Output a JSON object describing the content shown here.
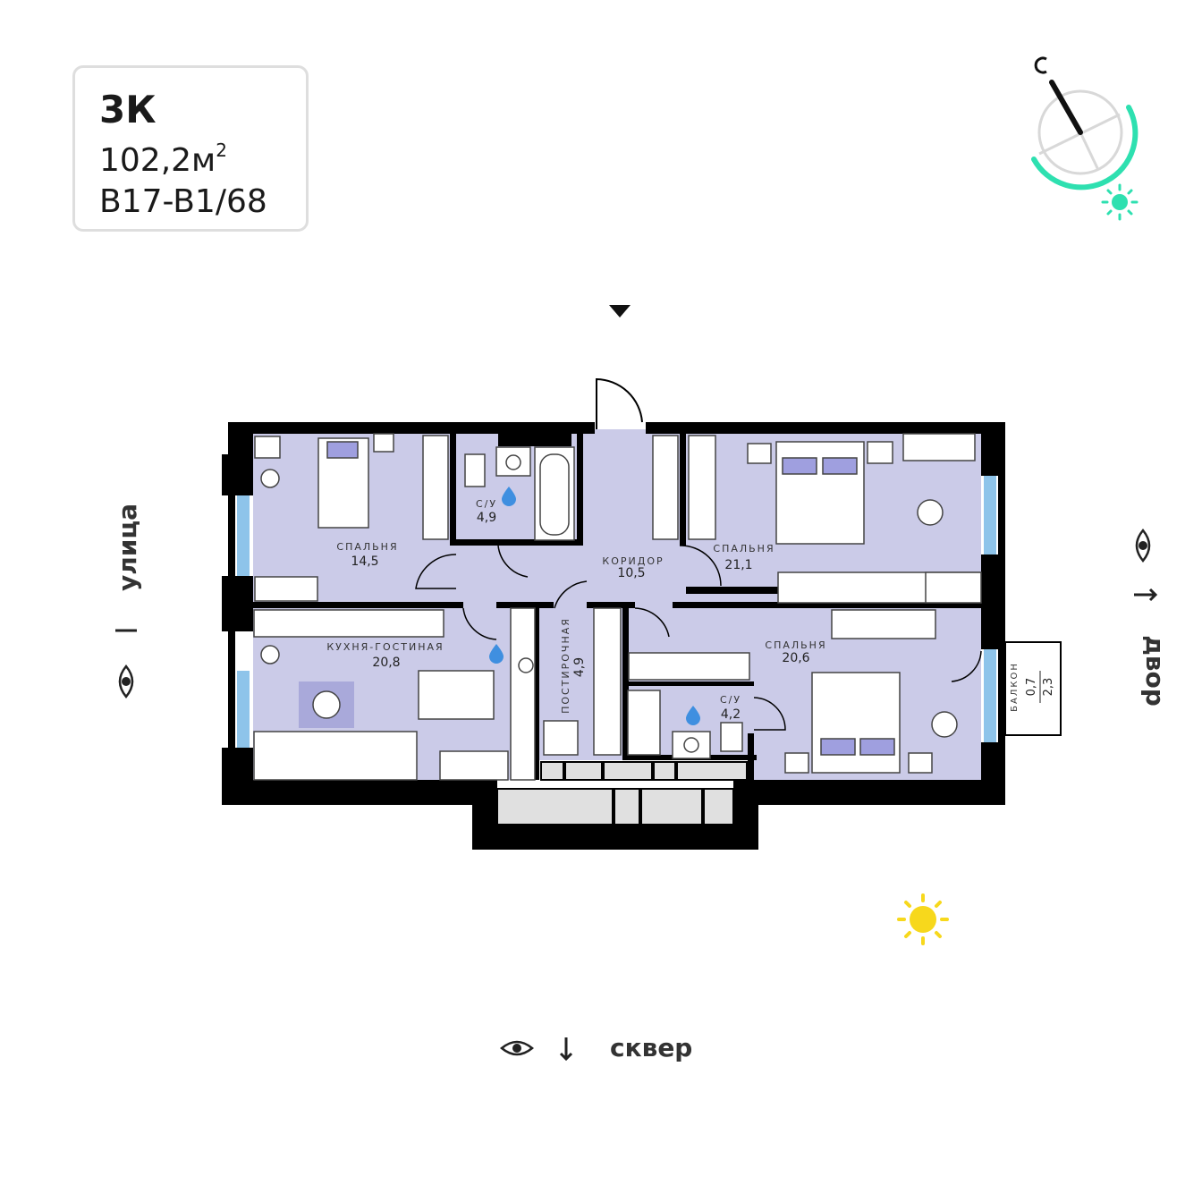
{
  "apartment": {
    "type": "3К",
    "area_value": "102,2м",
    "area_sup": "2",
    "code": "B17-B1/68"
  },
  "directions": {
    "left": "улица",
    "right": "двор",
    "bottom": "сквер"
  },
  "rooms": {
    "bedroom_1": {
      "name": "СПАЛЬНЯ",
      "area": "14,5"
    },
    "bath_1": {
      "name": "С/У",
      "area": "4,9"
    },
    "corridor": {
      "name": "КОРИДОР",
      "area": "10,5"
    },
    "bedroom_2": {
      "name": "СПАЛЬНЯ",
      "area": "21,1"
    },
    "kitchen": {
      "name": "КУХНЯ-ГОСТИНАЯ",
      "area": "20,8"
    },
    "pantry": {
      "name": "ПОСТИРОЧНАЯ",
      "area": "4,9"
    },
    "bath_2": {
      "name": "С/У",
      "area": "4,2"
    },
    "bedroom_3": {
      "name": "СПАЛЬНЯ",
      "area": "20,6"
    },
    "balcony": {
      "name": "БАЛКОН",
      "area_top": "0,7",
      "area_bottom": "2,3"
    }
  },
  "colors": {
    "room_fill": "#cbcbe8",
    "wall": "#000000",
    "window": "#8ec4ea",
    "accent_teal": "#2ee0b0",
    "sun_yellow": "#f7d81c",
    "water_drop": "#3f8fe0",
    "pillow": "#9f9fdf"
  },
  "icons": {
    "compass": "compass-icon",
    "sun_small": "sun-teal-icon",
    "sun_large": "sun-yellow-icon",
    "eye": "eye-icon",
    "arrow": "arrow-icon",
    "drop": "water-drop-icon",
    "entrance": "entrance-marker-icon"
  }
}
